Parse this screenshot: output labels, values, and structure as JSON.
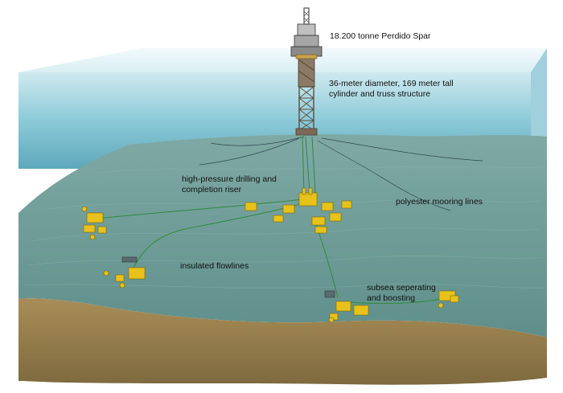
{
  "labels": {
    "spar": "18.200 tonne Perdido Spar",
    "cylinder_line1": "36-meter diameter, 169 meter tall",
    "cylinder_line2": "cylinder and truss structure",
    "riser_line1": "high-pressure drilling and",
    "riser_line2": "completion riser",
    "mooring": "polyester mooring lines",
    "flowlines": "insulated flowlines",
    "subsea_line1": "subsea seperating",
    "subsea_line2": "and boosting"
  },
  "colors": {
    "water_top": "#bfe2ea",
    "water_mid": "#6fb3c6",
    "seafloor": "#6d9a96",
    "seafloor_dark": "#4f7f7d",
    "sediment": "#9c8452",
    "equipment": "#e8c21a",
    "flowline": "#2f8a3a",
    "mooring_line": "#2d4a55"
  },
  "icons": {
    "platform": "spar-platform-icon",
    "equipment": "subsea-manifold-icon"
  }
}
